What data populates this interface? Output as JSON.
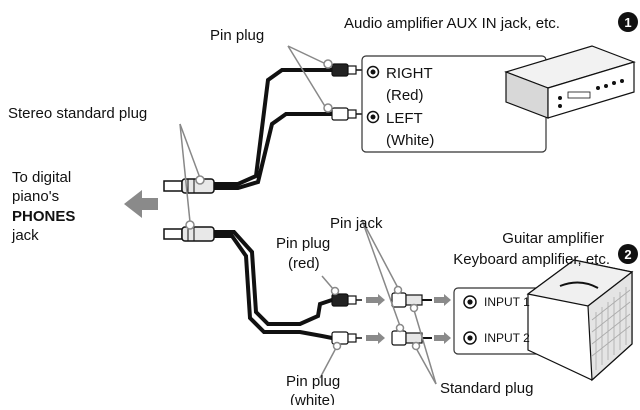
{
  "section1": {
    "number": "1",
    "title": "Audio amplifier AUX IN jack, etc.",
    "pin_plug_label": "Pin plug",
    "right_label": "RIGHT",
    "right_color": "(Red)",
    "left_label": "LEFT",
    "left_color": "(White)"
  },
  "section2": {
    "number": "2",
    "title_line1": "Guitar amplifier",
    "title_line2": "Keyboard amplifier, etc.",
    "pin_jack_label": "Pin jack",
    "pin_plug_red_line1": "Pin plug",
    "pin_plug_red_line2": "(red)",
    "pin_plug_white_line1": "Pin plug",
    "pin_plug_white_line2": "(white)",
    "standard_plug_label": "Standard plug",
    "input1_label": "INPUT 1",
    "input2_label": "INPUT 2"
  },
  "left_side": {
    "stereo_plug_label": "Stereo standard plug",
    "to_line1": "To digital",
    "to_line2": "piano's",
    "to_line3": "PHONES",
    "to_line4": "jack"
  }
}
